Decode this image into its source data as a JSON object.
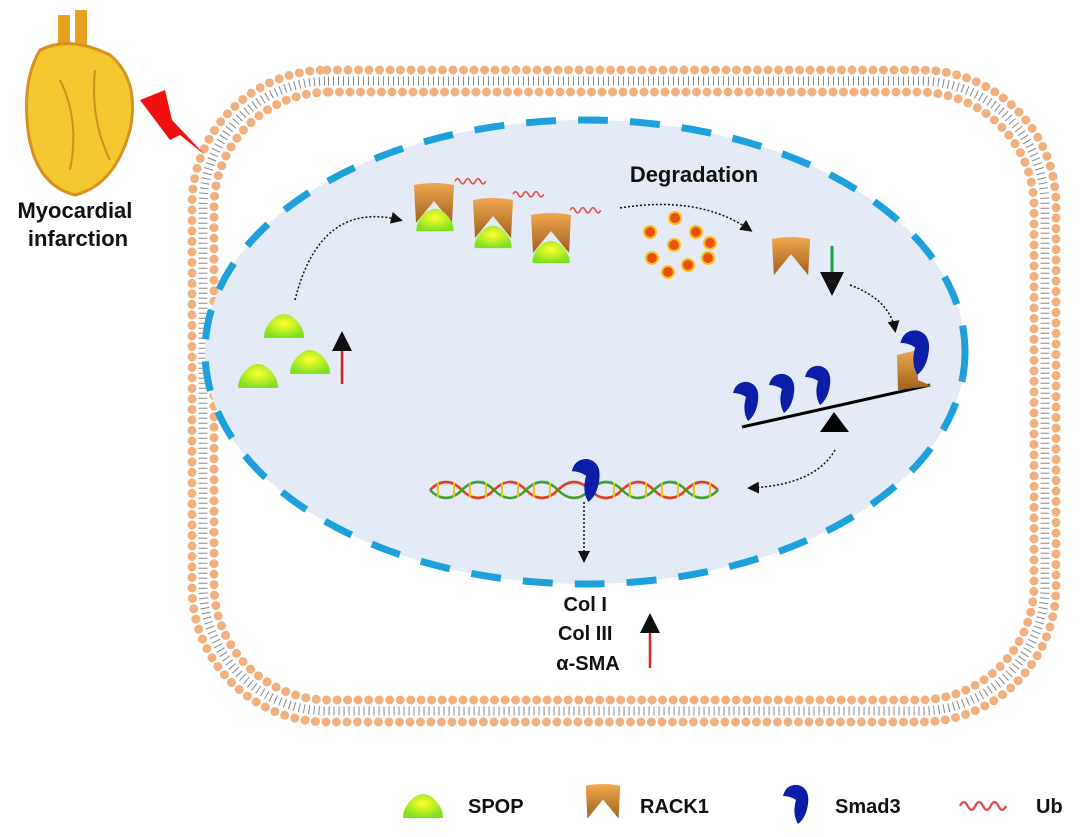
{
  "labels": {
    "trigger": [
      "Myocardial",
      "infarction"
    ],
    "degradation": "Degradation",
    "outputs": [
      "Col I",
      "Col III",
      "α-SMA"
    ]
  },
  "legend": [
    {
      "icon": "spop-icon",
      "label": "SPOP"
    },
    {
      "icon": "rack1-icon",
      "label": "RACK1"
    },
    {
      "icon": "smad3-icon",
      "label": "Smad3"
    },
    {
      "icon": "ubiquitin-icon",
      "label": "Ub"
    }
  ],
  "colors": {
    "membrane": "#f2b07e",
    "nucleus_fill": "#e4ebf7",
    "nucleus_border": "#1ea0dc",
    "spop": "#9be52a",
    "rack1": "#c8822c",
    "smad3": "#0a1ea8",
    "ub": "#e0504a",
    "up_arrow": "#e02020",
    "down_arrow": "#1aa040"
  }
}
